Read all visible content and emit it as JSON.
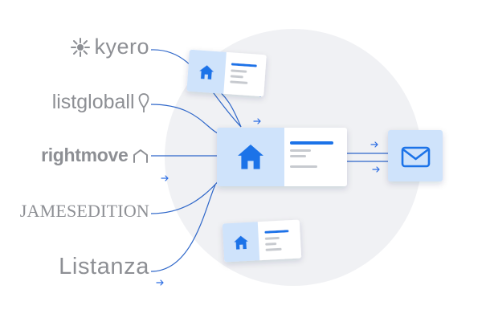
{
  "portals": [
    {
      "id": "kyero",
      "name": "kyero",
      "icon": "sun-icon"
    },
    {
      "id": "listglobally",
      "name": "listgloball",
      "icon": "location-pin-icon"
    },
    {
      "id": "rightmove",
      "name": "rightmove",
      "icon": "house-outline-icon"
    },
    {
      "id": "jamesedition",
      "name": "JAMESEDITION",
      "icon": ""
    },
    {
      "id": "listanza",
      "name": "Listanza",
      "icon": ""
    }
  ],
  "listing_card_icon": "house-icon",
  "destination_icon": "envelope-icon",
  "colors": {
    "accent": "#1a73e8",
    "icon_tile": "#cfe3fb",
    "card_line_light": "#c7cacf",
    "arrow": "#2b6de3",
    "connector": "#2d66c9",
    "background_circle": "#f0f1f4",
    "logo_gray": "#8d8f94"
  }
}
